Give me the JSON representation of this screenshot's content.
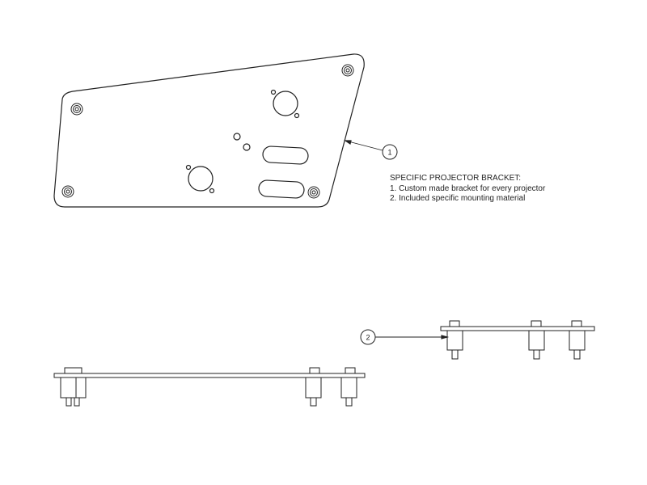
{
  "callouts": {
    "one": "1",
    "two": "2"
  },
  "notes": {
    "title": "SPECIFIC PROJECTOR BRACKET:",
    "items": [
      "1. Custom made bracket for every projector",
      "2. Included specific mounting material"
    ]
  },
  "colors": {
    "line": "#222222",
    "background": "#ffffff"
  }
}
